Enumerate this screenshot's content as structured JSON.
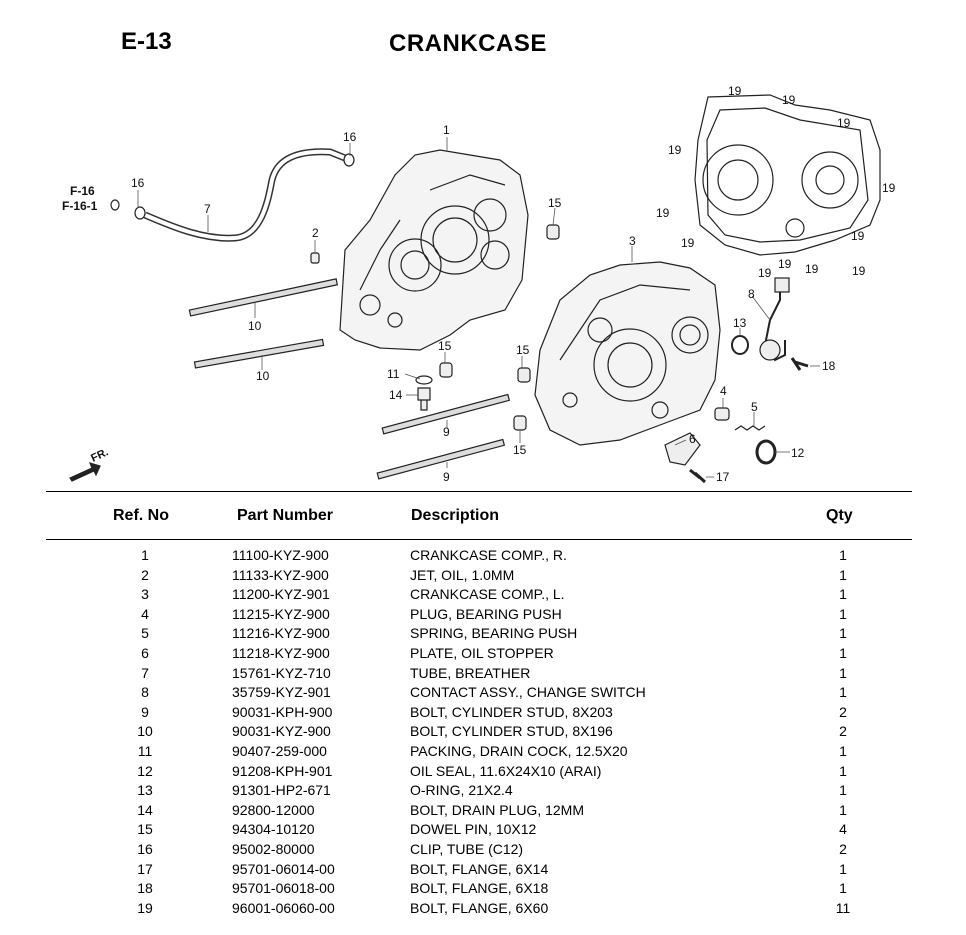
{
  "header": {
    "code": "E-13",
    "title": "CRANKCASE"
  },
  "diagram": {
    "direction_label": "FR.",
    "ref_labels": [
      "F-16",
      "F-16-1"
    ],
    "callouts": [
      "1",
      "2",
      "3",
      "4",
      "5",
      "6",
      "7",
      "8",
      "9",
      "9",
      "10",
      "10",
      "11",
      "12",
      "13",
      "14",
      "15",
      "15",
      "15",
      "15",
      "16",
      "16",
      "17",
      "18",
      "19",
      "19",
      "19",
      "19",
      "19",
      "19",
      "19",
      "19",
      "19",
      "19",
      "19",
      "19"
    ]
  },
  "table": {
    "headers": {
      "ref": "Ref. No",
      "part": "Part Number",
      "desc": "Description",
      "qty": "Qty"
    },
    "rows": [
      {
        "ref": "1",
        "part": "11100-KYZ-900",
        "desc": "CRANKCASE COMP., R.",
        "qty": "1"
      },
      {
        "ref": "2",
        "part": "11133-KYZ-900",
        "desc": "JET, OIL, 1.0MM",
        "qty": "1"
      },
      {
        "ref": "3",
        "part": "11200-KYZ-901",
        "desc": "CRANKCASE COMP., L.",
        "qty": "1"
      },
      {
        "ref": "4",
        "part": "11215-KYZ-900",
        "desc": "PLUG, BEARING PUSH",
        "qty": "1"
      },
      {
        "ref": "5",
        "part": "11216-KYZ-900",
        "desc": "SPRING, BEARING PUSH",
        "qty": "1"
      },
      {
        "ref": "6",
        "part": "11218-KYZ-900",
        "desc": "PLATE, OIL STOPPER",
        "qty": "1"
      },
      {
        "ref": "7",
        "part": "15761-KYZ-710",
        "desc": "TUBE, BREATHER",
        "qty": "1"
      },
      {
        "ref": "8",
        "part": "35759-KYZ-901",
        "desc": "CONTACT ASSY., CHANGE SWITCH",
        "qty": "1"
      },
      {
        "ref": "9",
        "part": "90031-KPH-900",
        "desc": "BOLT, CYLINDER STUD, 8X203",
        "qty": "2"
      },
      {
        "ref": "10",
        "part": "90031-KYZ-900",
        "desc": "BOLT, CYLINDER STUD, 8X196",
        "qty": "2"
      },
      {
        "ref": "11",
        "part": "90407-259-000",
        "desc": "PACKING, DRAIN COCK, 12.5X20",
        "qty": "1"
      },
      {
        "ref": "12",
        "part": "91208-KPH-901",
        "desc": "OIL SEAL, 11.6X24X10 (ARAI)",
        "qty": "1"
      },
      {
        "ref": "13",
        "part": "91301-HP2-671",
        "desc": "O-RING, 21X2.4",
        "qty": "1"
      },
      {
        "ref": "14",
        "part": "92800-12000",
        "desc": "BOLT, DRAIN PLUG, 12MM",
        "qty": "1"
      },
      {
        "ref": "15",
        "part": "94304-10120",
        "desc": "DOWEL PIN, 10X12",
        "qty": "4"
      },
      {
        "ref": "16",
        "part": "95002-80000",
        "desc": "CLIP, TUBE (C12)",
        "qty": "2"
      },
      {
        "ref": "17",
        "part": "95701-06014-00",
        "desc": "BOLT, FLANGE, 6X14",
        "qty": "1"
      },
      {
        "ref": "18",
        "part": "95701-06018-00",
        "desc": "BOLT, FLANGE, 6X18",
        "qty": "1"
      },
      {
        "ref": "19",
        "part": "96001-06060-00",
        "desc": "BOLT, FLANGE, 6X60",
        "qty": "11"
      }
    ]
  }
}
